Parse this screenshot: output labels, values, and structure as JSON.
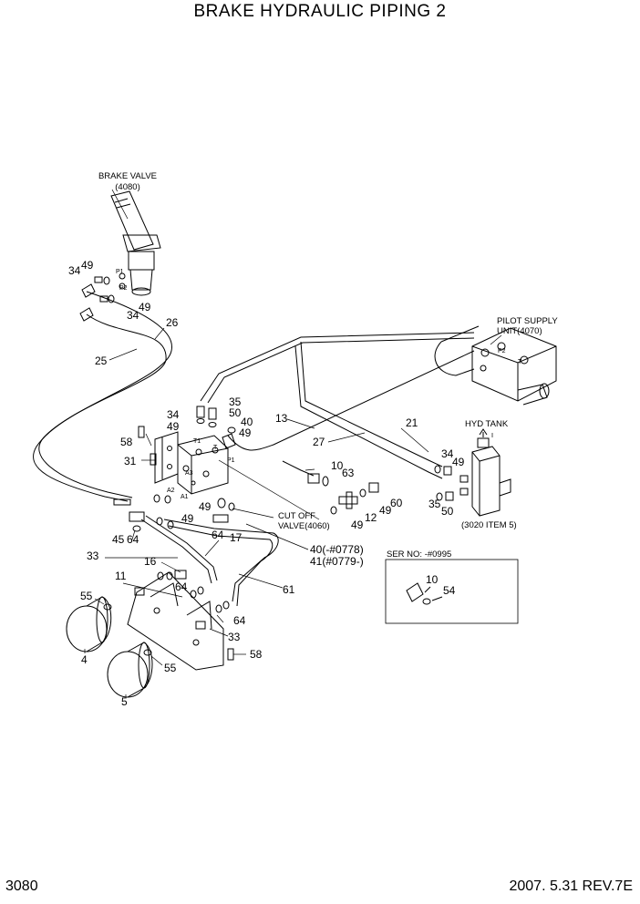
{
  "title": "BRAKE HYDRAULIC PIPING 2",
  "page_number": "3080",
  "footer": "2007. 5.31  REV.7E",
  "callouts": {
    "brake_valve_name": "BRAKE VALVE",
    "brake_valve_ref": "(4080)",
    "pilot_supply_name": "PILOT SUPPLY",
    "pilot_supply_ref": "UNIT(4070)",
    "hyd_tank": "HYD TANK",
    "hyd_tank_ref": "(3020  ITEM 5)",
    "cutoff_name": "CUT OFF",
    "cutoff_ref": "VALVE(4060)",
    "ser_no": "SER NO: -#0995",
    "serial_40": "40(-#0778)",
    "serial_41": "41(#0779-)"
  },
  "port_marks": [
    "P1",
    "P2",
    "T1",
    "A3",
    "A2",
    "A1",
    "P1",
    "T",
    "P2",
    "T"
  ],
  "part_numbers": {
    "p25": "25",
    "p26": "26",
    "p34a": "34",
    "p49a": "49",
    "p49b": "49",
    "p34b": "34",
    "p34c": "34",
    "p49c": "49",
    "p35a": "35",
    "p50a": "50",
    "p40": "40",
    "p49d": "49",
    "p13": "13",
    "p27": "27",
    "p21": "21",
    "p58a": "58",
    "p31": "31",
    "p10a": "10",
    "p63": "63",
    "p34d": "34",
    "p49e": "49",
    "p35b": "35",
    "p50b": "50",
    "p60": "60",
    "p49f": "49",
    "p12": "12",
    "p49g": "49",
    "p49h": "49",
    "p49i": "49",
    "p45": "45",
    "p64a": "64",
    "p64b": "64",
    "p17": "17",
    "p33a": "33",
    "p16": "16",
    "p11": "11",
    "p64c": "64",
    "p64d": "64",
    "p61": "61",
    "p55a": "55",
    "p4": "4",
    "p33b": "33",
    "p58b": "58",
    "p55b": "55",
    "p5": "5",
    "p10b": "10",
    "p54": "54"
  }
}
